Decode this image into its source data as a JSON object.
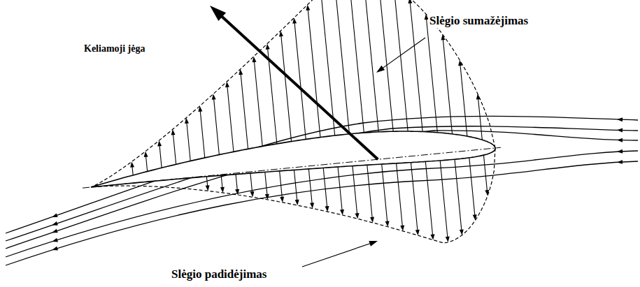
{
  "diagram": {
    "labels": [
      "Keliamoji jėga",
      "Slėgio sumažėjimas",
      "Slėgio padidėjimas"
    ]
  }
}
